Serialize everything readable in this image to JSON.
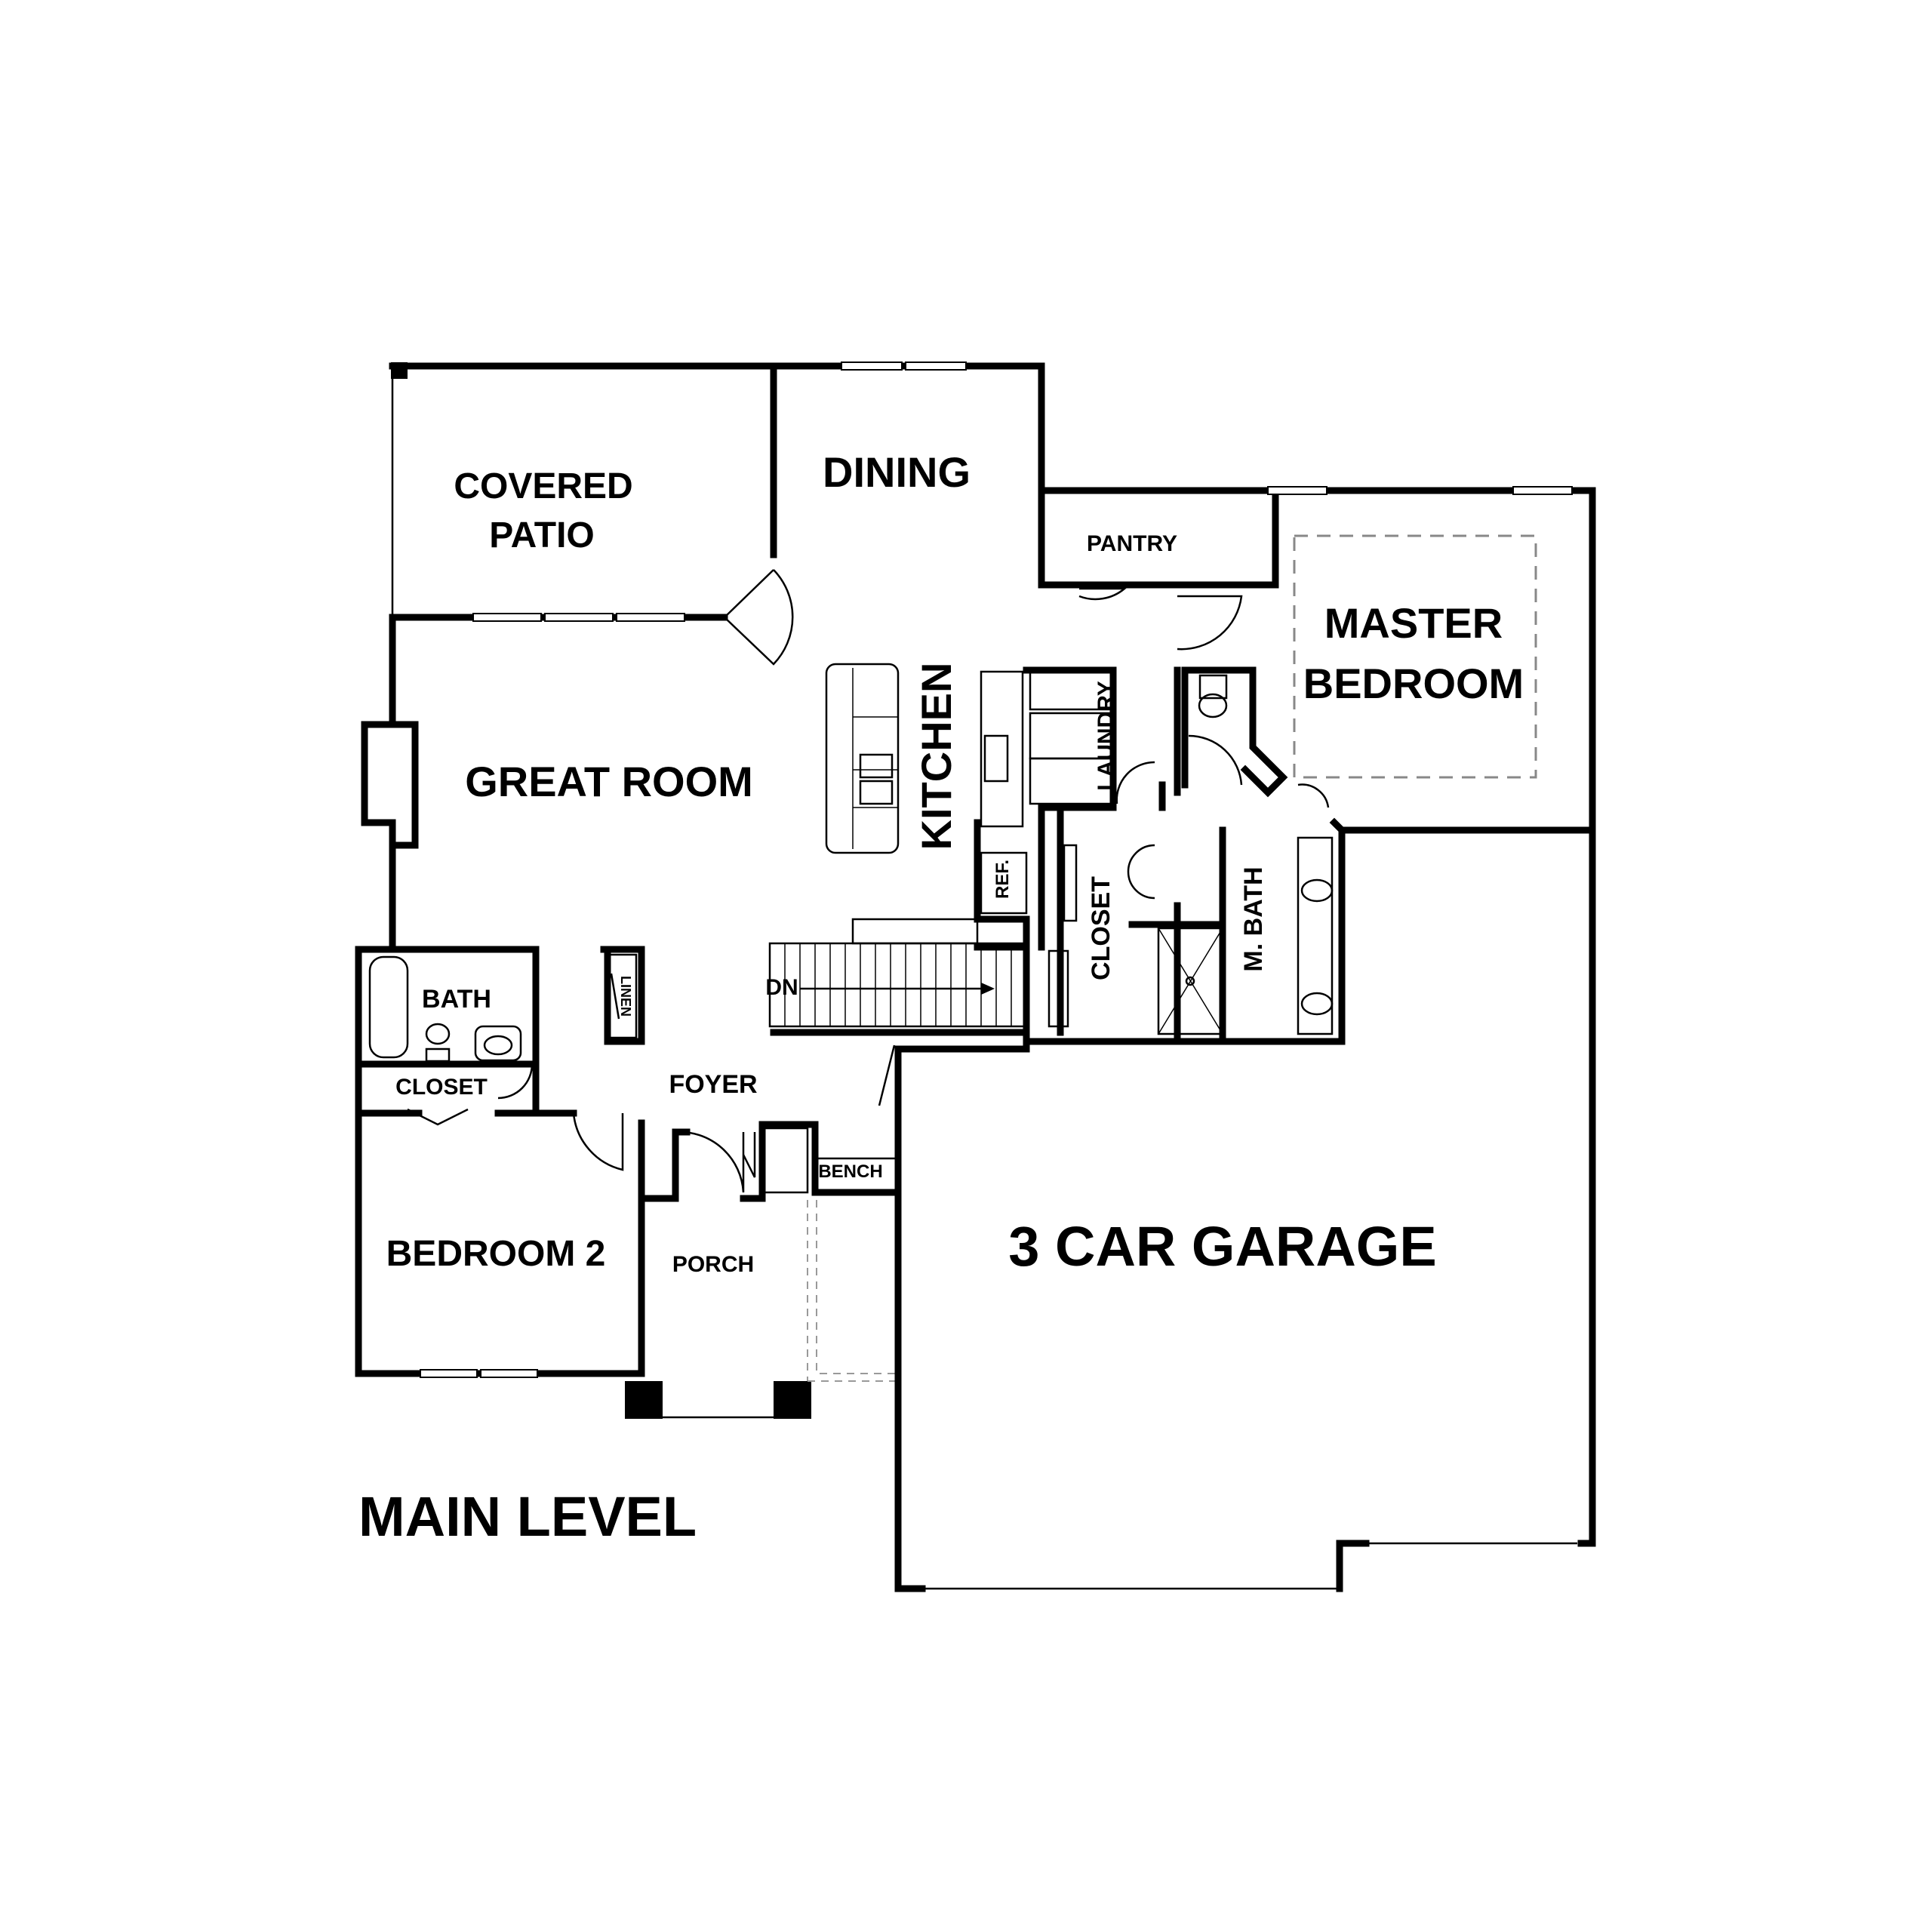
{
  "title": "MAIN LEVEL",
  "rooms": {
    "covered_patio": [
      "COVERED",
      "PATIO"
    ],
    "dining": "DINING",
    "pantry": "PANTRY",
    "master_bedroom": [
      "MASTER",
      "BEDROOM"
    ],
    "great_room": "GREAT ROOM",
    "kitchen": "KITCHEN",
    "laundry": "LAUNDRY",
    "ref": "REF.",
    "closet_master": "CLOSET",
    "master_bath": "M. BATH",
    "bath": "BATH",
    "linen": "LINEN",
    "closet_bed2": "CLOSET",
    "foyer": "FOYER",
    "stair_dn": "DN",
    "bench": "BENCH",
    "bedroom_2": "BEDROOM 2",
    "porch": "PORCH",
    "garage": "3 CAR GARAGE"
  }
}
